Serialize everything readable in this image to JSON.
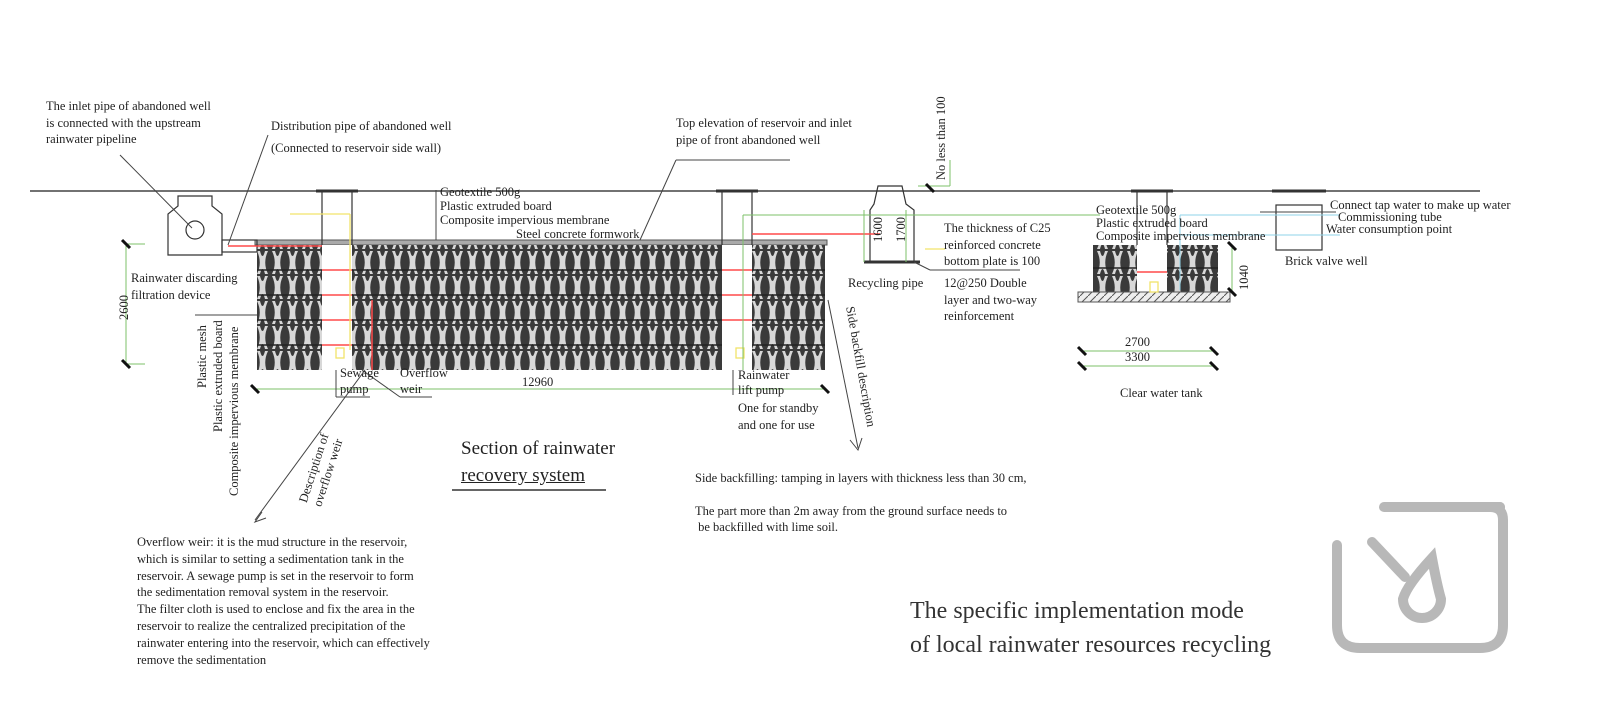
{
  "labels": {
    "inlet_pipe": [
      "The inlet pipe of abandoned well",
      "is connected with the upstream",
      "rainwater pipeline"
    ],
    "distribution_pipe": [
      "Distribution pipe of abandoned well",
      "(Connected to reservoir side wall)"
    ],
    "top_elevation": [
      "Top elevation of reservoir and inlet",
      "pipe of front abandoned well"
    ],
    "no_less_than": "No less than 100",
    "layers_left": [
      "Geotextile 500g",
      "Plastic extruded board",
      "Composite impervious membrane",
      "Steel concrete formwork"
    ],
    "layers_right": [
      "Geotextile 500g",
      "Plastic extruded board",
      "Composite impervious membrane"
    ],
    "side_layers": [
      "Plastic mesh",
      "Plastic extruded board",
      "Composite impervious membrane"
    ],
    "c25": [
      "The thickness of C25",
      "reinforced concrete",
      "bottom plate is 100"
    ],
    "recycling_pipe": "Recycling pipe",
    "reinforcement": [
      "12@250 Double",
      "layer and two-way",
      "reinforcement"
    ],
    "tap_water": "Connect tap water to make up water",
    "commissioning": "Commissioning tube",
    "consumption": "Water consumption point",
    "brick_valve": "Brick valve well",
    "discarding": [
      "Rainwater discarding",
      "filtration device"
    ],
    "sewage_pump": [
      "Sewage",
      "pump"
    ],
    "overflow_weir": [
      "Overflow",
      "weir"
    ],
    "lift_pump": [
      "Rainwater",
      "lift pump"
    ],
    "standby": [
      "One for standby",
      "and one for use"
    ],
    "side_backfill_desc": "Side backfill description",
    "overflow_desc": [
      "Description of",
      "overflow weir"
    ],
    "clear_tank": "Clear water tank"
  },
  "dimensions": {
    "d2600": "2600",
    "d12960": "12960",
    "d1600": "1600",
    "d1700": "1700",
    "d1040": "1040",
    "d2700": "2700",
    "d3300": "3300"
  },
  "section_title": [
    "Section of rainwater",
    "recovery system"
  ],
  "backfill_notes": [
    "Side backfilling: tamping in layers with thickness less than 30 cm,",
    "The part more than 2m away from the ground surface needs to",
    " be backfilled with lime soil."
  ],
  "overflow_notes": [
    "Overflow weir: it is the mud structure in the reservoir,",
    "which is similar to setting a sedimentation tank in the",
    "reservoir. A sewage pump is set in the reservoir to form",
    "the sedimentation removal system in the reservoir.",
    "The filter cloth is used to enclose and fix the area in the",
    "reservoir to realize the centralized precipitation of the",
    "rainwater entering into the reservoir, which can effectively",
    "remove the sedimentation"
  ],
  "main_title": [
    "The specific implementation mode",
    "of local rainwater resources recycling"
  ],
  "colors": {
    "line": "#333333",
    "dim": "#7cc16a",
    "red": "#ff4a4a",
    "yellow": "#f2e36a",
    "blue": "#8fd3e8",
    "logo": "#b8b8b8"
  },
  "icons": [
    "rainwater-logo-icon"
  ]
}
